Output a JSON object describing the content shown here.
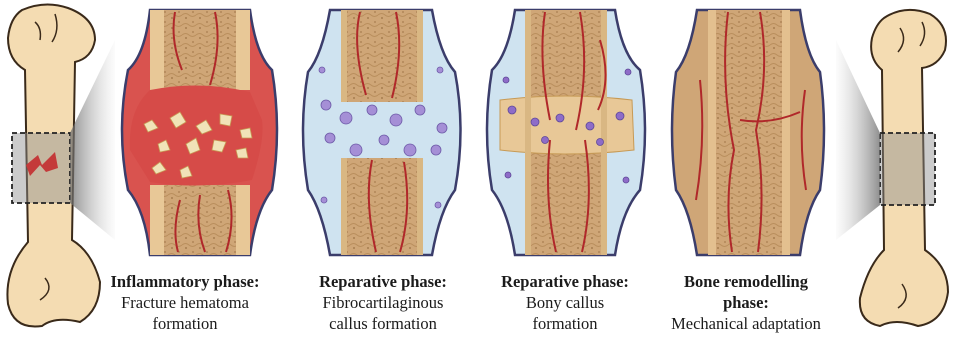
{
  "stages": [
    {
      "title": "Inflammatory phase:",
      "subtitle": [
        "Fracture hematoma",
        "formation"
      ]
    },
    {
      "title": "Reparative phase:",
      "subtitle": [
        "Fibrocartilaginous",
        "callus formation"
      ]
    },
    {
      "title": "Reparative phase:",
      "subtitle": [
        "Bony callus",
        "formation"
      ]
    },
    {
      "title": "Bone remodelling",
      "title2": "phase:",
      "subtitle": [
        "Mechanical adaptation"
      ]
    }
  ],
  "colors": {
    "bone": "#f4dcb2",
    "bone_outline": "#3a2a1a",
    "marrow": "#cfa677",
    "cortex": "#e3c08f",
    "hematoma": "#d9534f",
    "cartilage": "#cfe3f0",
    "vessel": "#b0282a",
    "periosteum": "#3b3d6b",
    "cell": "#a58fd6"
  }
}
